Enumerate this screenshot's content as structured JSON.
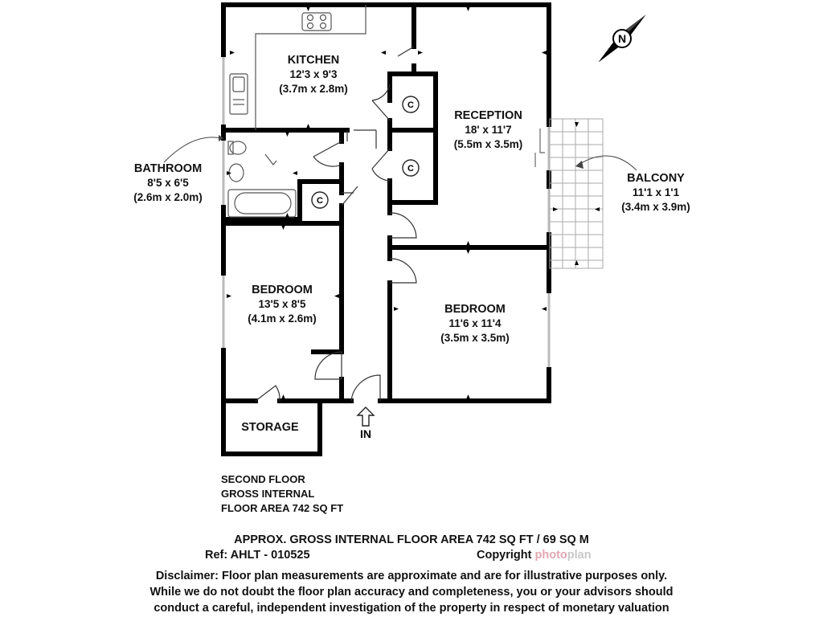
{
  "rooms": {
    "kitchen": {
      "name": "KITCHEN",
      "imperial": "12'3 x 9'3",
      "metric": "(3.7m x 2.8m)"
    },
    "reception": {
      "name": "RECEPTION",
      "imperial": "18' x 11'7",
      "metric": "(5.5m x 3.5m)"
    },
    "bathroom": {
      "name": "BATHROOM",
      "imperial": "8'5 x 6'5",
      "metric": "(2.6m x 2.0m)"
    },
    "balcony": {
      "name": "BALCONY",
      "imperial": "11'1 x 1'1",
      "metric": "(3.4m x 3.9m)"
    },
    "bedroom1": {
      "name": "BEDROOM",
      "imperial": "13'5 x 8'5",
      "metric": "(4.1m x 2.6m)"
    },
    "bedroom2": {
      "name": "BEDROOM",
      "imperial": "11'6 x 11'4",
      "metric": "(3.5m x 3.5m)"
    },
    "storage": {
      "name": "STORAGE"
    }
  },
  "cupboard_label": "C",
  "entrance_label": "IN",
  "compass_label": "N",
  "floor_note": [
    "SECOND FLOOR",
    "GROSS INTERNAL",
    "FLOOR AREA 742 SQ FT"
  ],
  "footer": {
    "area": "APPROX. GROSS INTERNAL FLOOR AREA 742 SQ FT / 69 SQ M",
    "ref": "Ref: AHLT - 010525",
    "copyright": "Copyright",
    "brand_part1": "photo",
    "brand_part2": "plan",
    "disclaimer": [
      "Disclaimer: Floor plan measurements are approximate and are for illustrative purposes only.",
      "While we do not doubt the floor plan accuracy and completeness, you or your advisors should",
      "conduct a careful, independent investigation of the property in respect of monetary valuation"
    ]
  },
  "colors": {
    "wall": "#000000",
    "window": "#cccccc",
    "fixture": "#555555"
  }
}
